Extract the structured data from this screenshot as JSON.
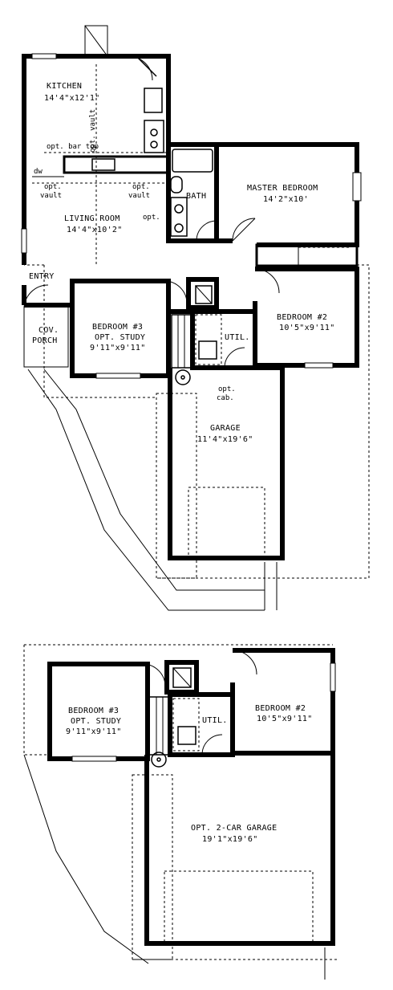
{
  "plan_upper": {
    "rooms": {
      "kitchen": {
        "name": "KITCHEN",
        "dims": "14'4\"x12'1\""
      },
      "living_room": {
        "name": "LIVING ROOM",
        "dims": "14'4\"x10'2\""
      },
      "master_bedroom": {
        "name": "MASTER BEDROOM",
        "dims": "14'2\"x10'"
      },
      "bath": {
        "name": "BATH"
      },
      "entry": {
        "name": "ENTRY"
      },
      "cov_porch": {
        "line1": "COV.",
        "line2": "PORCH"
      },
      "bedroom3": {
        "name": "BEDROOM #3",
        "alt": "OPT. STUDY",
        "dims": "9'11\"x9'11\""
      },
      "util": {
        "name": "UTIL."
      },
      "bedroom2": {
        "name": "BEDROOM #2",
        "dims": "10'5\"x9'11\""
      },
      "garage": {
        "name": "GARAGE",
        "dims": "11'4\"x19'6\""
      }
    },
    "notes": {
      "opt_bar_top": "opt. bar top",
      "dw": "dw",
      "opt_vault_left": {
        "line1": "opt.",
        "line2": "vault"
      },
      "opt_vault_right": {
        "line1": "opt.",
        "line2": "vault"
      },
      "opt_vault_vertical": "opt. vault",
      "opt_bath": "opt.",
      "opt_cab": {
        "line1": "opt.",
        "line2": "cab."
      }
    }
  },
  "plan_lower": {
    "rooms": {
      "bedroom3": {
        "name": "BEDROOM #3",
        "alt": "OPT. STUDY",
        "dims": "9'11\"x9'11\""
      },
      "util": {
        "name": "UTIL."
      },
      "bedroom2": {
        "name": "BEDROOM #2",
        "dims": "10'5\"x9'11\""
      },
      "garage": {
        "name": "OPT. 2-CAR GARAGE",
        "dims": "19'1\"x19'6\""
      }
    }
  }
}
